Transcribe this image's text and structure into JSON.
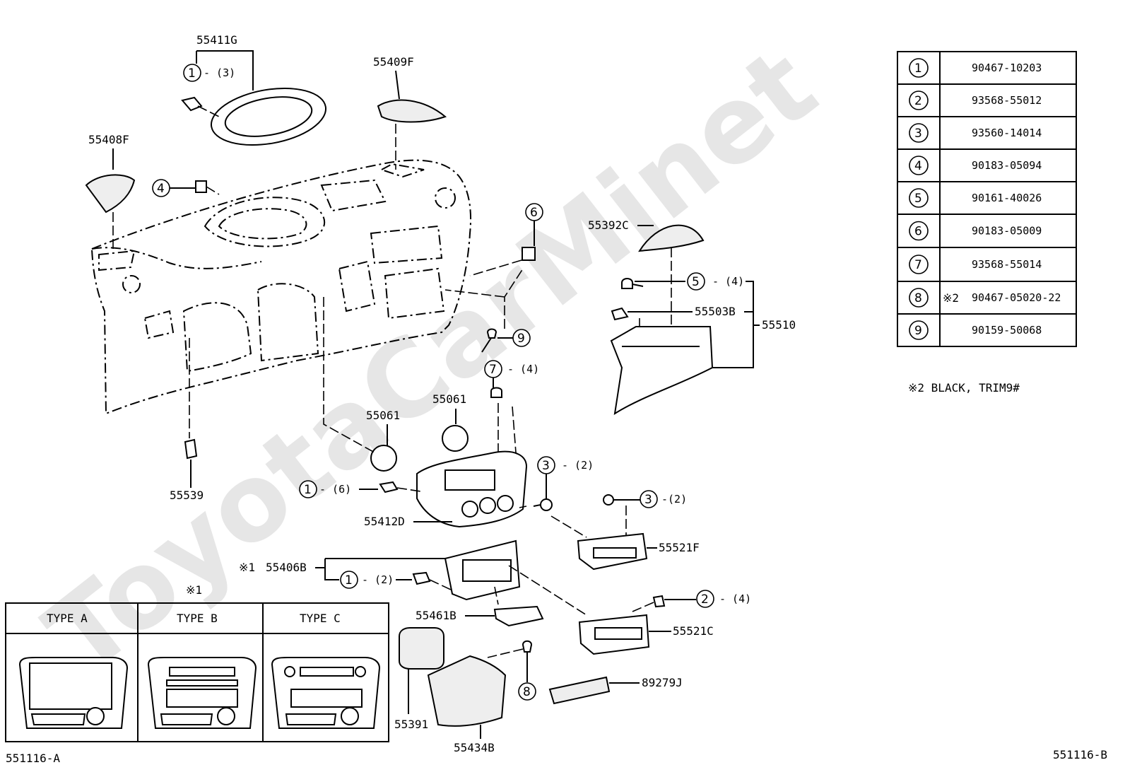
{
  "watermark": "ToyotaCarMinet",
  "labels": {
    "p55411G": "55411G",
    "p55409F": "55409F",
    "p55408F": "55408F",
    "p55392C": "55392C",
    "p55503B": "55503B",
    "p55510": "55510",
    "p55539": "55539",
    "p55061a": "55061",
    "p55061b": "55061",
    "p55412D": "55412D",
    "p55406B": "55406B",
    "p55521F": "55521F",
    "p55521C": "55521C",
    "p55461B": "55461B",
    "p55391": "55391",
    "p55434B": "55434B",
    "p89279J": "89279J",
    "note1_mark": "※1",
    "note1_mark_top": "※1"
  },
  "callouts": {
    "c1_top": {
      "num": "1",
      "qty": "- (3)"
    },
    "c4": {
      "num": "4",
      "qty": ""
    },
    "c6": {
      "num": "6",
      "qty": ""
    },
    "c5": {
      "num": "5",
      "qty": "- (4)"
    },
    "c9": {
      "num": "9",
      "qty": ""
    },
    "c7": {
      "num": "7",
      "qty": "- (4)"
    },
    "c3a": {
      "num": "3",
      "qty": "- (2)"
    },
    "c3b": {
      "num": "3",
      "qty": "-(2)"
    },
    "c1_mid": {
      "num": "1",
      "qty": "- (6)"
    },
    "c1_low": {
      "num": "1",
      "qty": "- (2)"
    },
    "c2": {
      "num": "2",
      "qty": "- (4)"
    },
    "c8": {
      "num": "8",
      "qty": ""
    }
  },
  "parts_table": {
    "rows": [
      {
        "num": "1",
        "part": "90467-10203",
        "prefix": ""
      },
      {
        "num": "2",
        "part": "93568-55012",
        "prefix": ""
      },
      {
        "num": "3",
        "part": "93560-14014",
        "prefix": ""
      },
      {
        "num": "4",
        "part": "90183-05094",
        "prefix": ""
      },
      {
        "num": "5",
        "part": "90161-40026",
        "prefix": ""
      },
      {
        "num": "6",
        "part": "90183-05009",
        "prefix": ""
      },
      {
        "num": "7",
        "part": "93568-55014",
        "prefix": ""
      },
      {
        "num": "8",
        "part": "90467-05020-22",
        "prefix": "※2"
      },
      {
        "num": "9",
        "part": "90159-50068",
        "prefix": ""
      }
    ],
    "note": "※2 BLACK, TRIM9#"
  },
  "type_table": {
    "headers": [
      "TYPE A",
      "TYPE B",
      "TYPE C"
    ]
  },
  "footer": {
    "left": "551116-A",
    "right": "551116-B"
  }
}
